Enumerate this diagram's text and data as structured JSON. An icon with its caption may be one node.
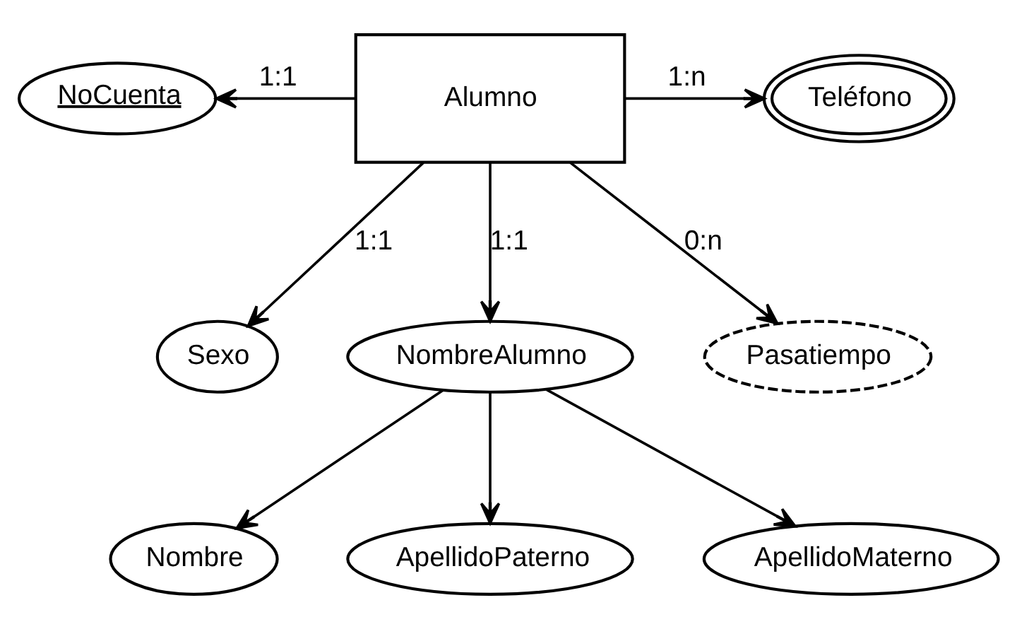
{
  "diagram": {
    "nodes": [
      {
        "text": [
          "Alumno"
        ]
      },
      {
        "text": [
          "NoCuenta"
        ]
      },
      {
        "text": [
          "Teléfono"
        ]
      },
      {
        "text": [
          "Sexo"
        ]
      },
      {
        "text": [
          "NombreAlumno"
        ]
      },
      {
        "text": [
          "Pasatiempo"
        ]
      },
      {
        "text": [
          "Nombre"
        ]
      },
      {
        "text": [
          "ApellidoPaterno"
        ]
      },
      {
        "text": [
          "ApellidoMaterno"
        ]
      }
    ],
    "edges": [
      {
        "from": 0,
        "to": 1,
        "arrow": "to",
        "label": "1:1"
      },
      {
        "from": 0,
        "to": 2,
        "arrow": "to",
        "label": "1:n"
      },
      {
        "from": 0,
        "to": 3,
        "arrow": "to",
        "label": "1:1"
      },
      {
        "from": 0,
        "to": 4,
        "arrow": "to",
        "label": "1:1"
      },
      {
        "from": 0,
        "to": 5,
        "arrow": "to",
        "label": "0:n"
      },
      {
        "from": 4,
        "to": 6,
        "arrow": "to"
      },
      {
        "from": 4,
        "to": 7,
        "arrow": "to"
      },
      {
        "from": 4,
        "to": 8,
        "arrow": "to"
      }
    ]
  }
}
